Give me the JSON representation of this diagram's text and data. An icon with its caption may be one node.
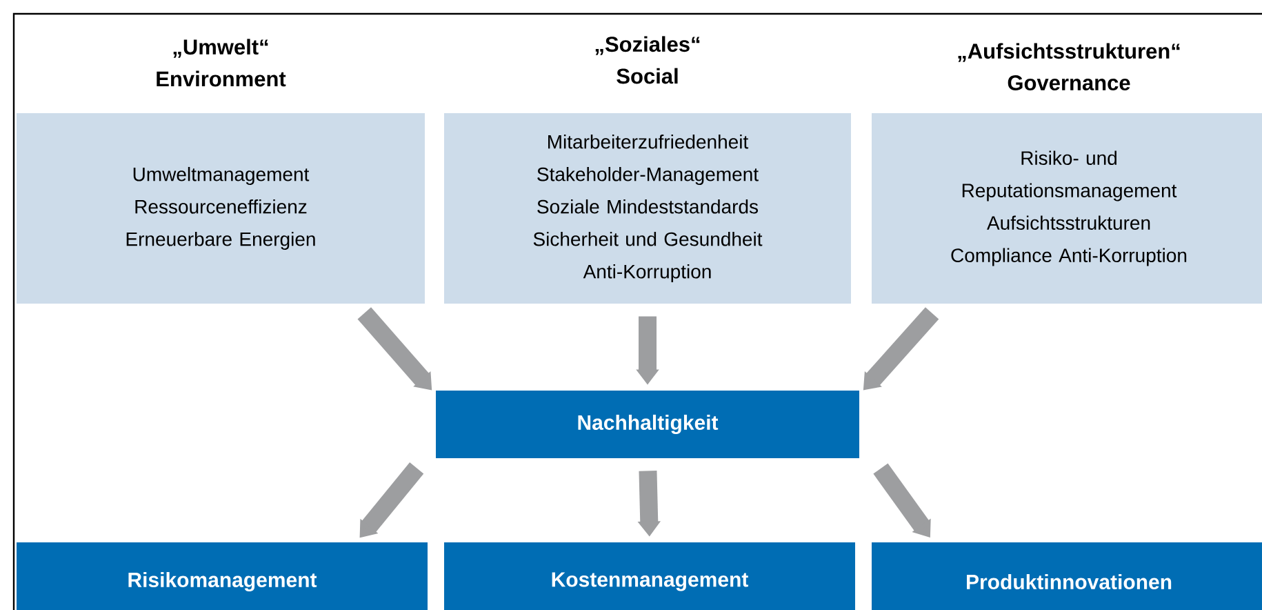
{
  "diagram": {
    "nodes": [
      {
        "text": [
          "„Umwelt“",
          "Environment",
          "Umweltmanagement Ressourceneffizienz Erneuerbare Energien"
        ]
      },
      {
        "text": [
          "„Soziales“",
          "Social",
          "Mitarbeiterzufriedenheit Stakeholder-Management Soziale Mindeststandards Sicherheit und Gesundheit Anti-Korruption"
        ]
      },
      {
        "text": [
          "„Aufsichtsstrukturen“",
          "Governance",
          "Risiko- und Reputationsmanagement Aufsichtsstrukturen Compliance Anti-Korruption"
        ]
      },
      {
        "text": [
          "Nachhaltigkeit"
        ]
      },
      {
        "text": [
          "Risikomanagement"
        ]
      },
      {
        "text": [
          "Kostenmanagement"
        ]
      },
      {
        "text": [
          "Produktinnovationen"
        ]
      }
    ],
    "edges": [
      {
        "from": 0,
        "to": 3,
        "arrow": "to"
      },
      {
        "from": 1,
        "to": 3,
        "arrow": "to"
      },
      {
        "from": 2,
        "to": 3,
        "arrow": "to"
      },
      {
        "from": 3,
        "to": 4,
        "arrow": "to"
      },
      {
        "from": 3,
        "to": 5,
        "arrow": "to"
      },
      {
        "from": 3,
        "to": 6,
        "arrow": "to"
      }
    ]
  }
}
